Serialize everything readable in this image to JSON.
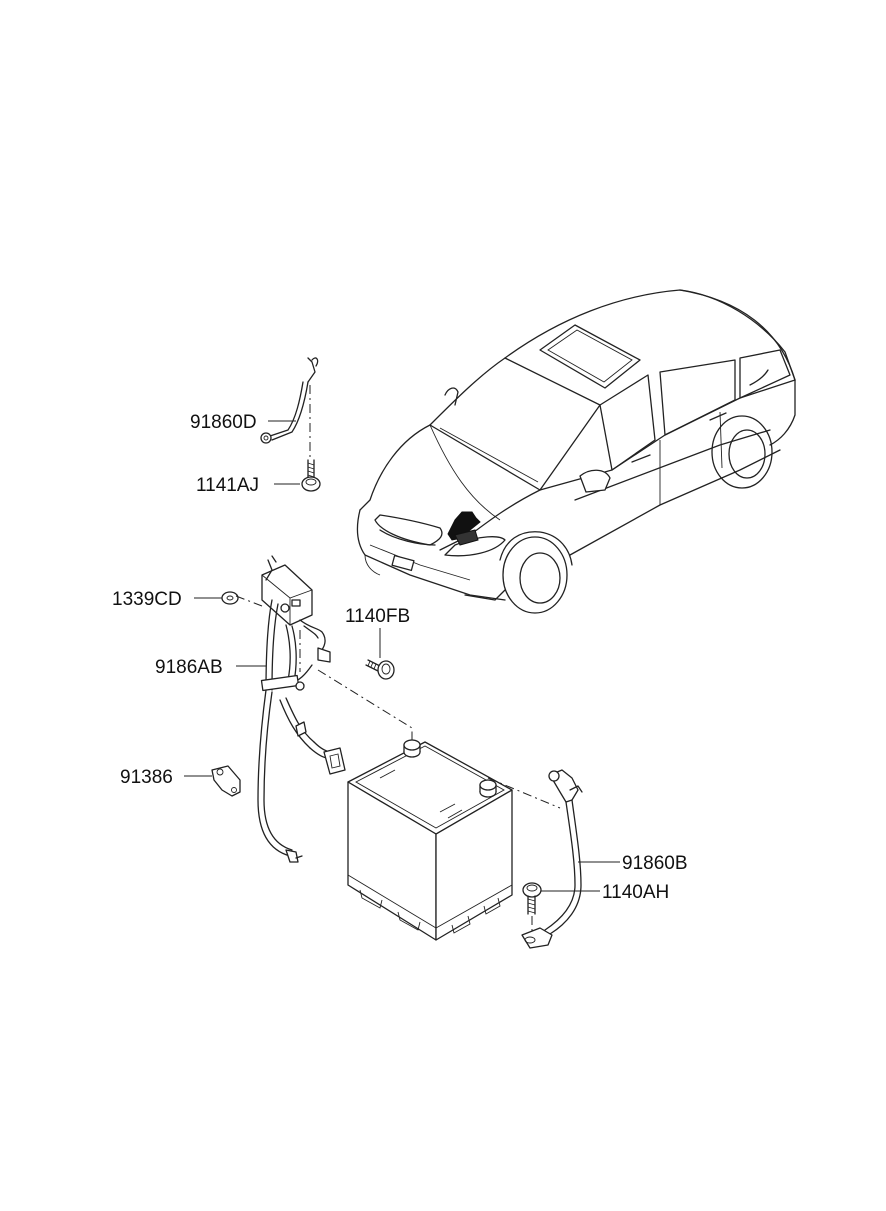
{
  "labels": {
    "p91860D": "91860D",
    "p1141AJ": "1141AJ",
    "p1339CD": "1339CD",
    "p1140FB": "1140FB",
    "p9186AB": "9186AB",
    "p91386": "91386",
    "p91860B": "91860B",
    "p1140AH": "1140AH"
  },
  "colors": {
    "line": "#222222",
    "background": "#ffffff",
    "highlight": "#111111"
  }
}
